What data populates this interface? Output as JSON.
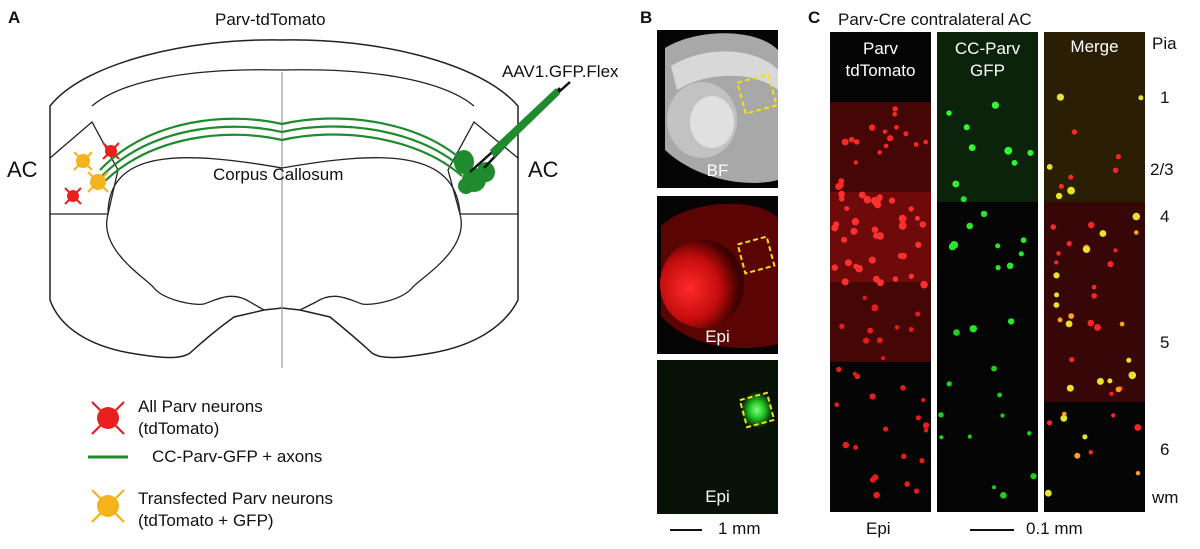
{
  "panel_a": {
    "letter": "A",
    "title": "Parv-tdTomato",
    "injection_label": "AAV1.GFP.Flex",
    "left_region": "AC",
    "right_region": "AC",
    "corpus_label": "Corpus Callosum",
    "legend": [
      {
        "line1": "All Parv neurons",
        "line2": "(tdTomato)",
        "color": "#e8201f",
        "icon": "red-neuron-icon"
      },
      {
        "line1": "CC-Parv-GFP + axons",
        "line2": "",
        "color": "#1f8a2e",
        "icon": "green-axon-line-icon"
      },
      {
        "line1": "Transfected Parv neurons",
        "line2": "(tdTomato + GFP)",
        "color": "#f4b21c",
        "icon": "yellow-neuron-icon"
      }
    ]
  },
  "panel_b": {
    "letter": "B",
    "images": [
      {
        "caption": "BF"
      },
      {
        "caption": "Epi"
      },
      {
        "caption": "Epi"
      }
    ],
    "scale_label": "1 mm",
    "box_color": "#f5e013"
  },
  "panel_c": {
    "letter": "C",
    "title": "Parv-Cre contralateral AC",
    "columns": [
      {
        "line1": "Parv",
        "line2": "tdTomato"
      },
      {
        "line1": "CC-Parv",
        "line2": "GFP"
      },
      {
        "line1": "Merge",
        "line2": ""
      }
    ],
    "layers": [
      "Pia",
      "1",
      "2/3",
      "4",
      "5",
      "6",
      "wm"
    ],
    "bottom_label": "Epi",
    "scale_label": "0.1 mm"
  }
}
